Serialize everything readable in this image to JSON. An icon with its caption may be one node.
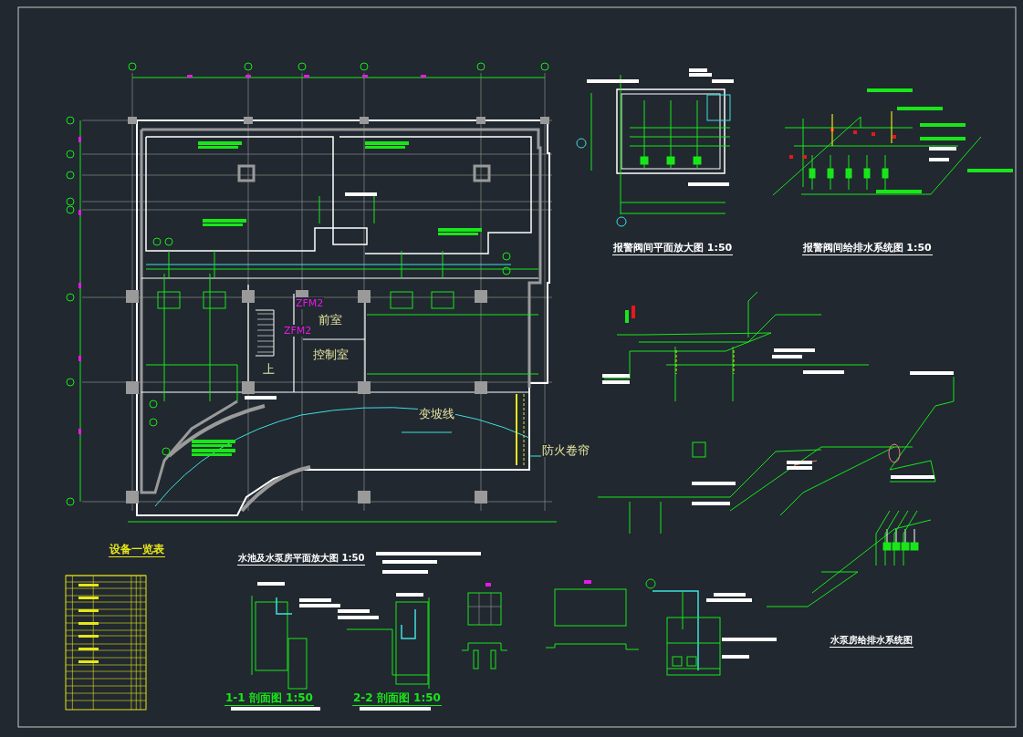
{
  "diagram": {
    "labels": [
      "报警阀间平面放大图 1:50",
      "报警阀间给排水系统图 1:50",
      "ZFM2",
      "前室",
      "ZFM2",
      "控制室",
      "上",
      "变坡线",
      "防火卷帘",
      "设备一览表",
      "水池及水泵房平面放大图 1:50",
      "水泵房给排水系统图",
      "1-1 剖面图 1:50",
      "2-2 剖面图 1:50"
    ]
  }
}
